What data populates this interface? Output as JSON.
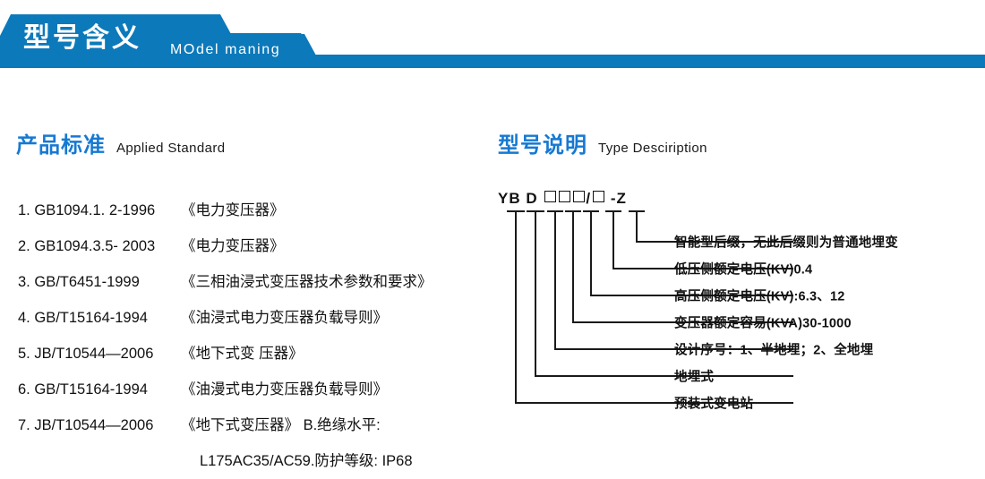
{
  "banner": {
    "title": "型号含义",
    "subtitle": "MOdel maning",
    "band_color": "#0c79ba",
    "strip_color": "#0c79ba"
  },
  "sections": {
    "left": {
      "title_cn": "产品标准",
      "title_en": "Applied Standard",
      "accent_color": "#1679d2"
    },
    "right": {
      "title_cn": "型号说明",
      "title_en": "Type Desciription",
      "accent_color": "#1679d2"
    }
  },
  "standards": [
    {
      "index": "1.",
      "code": "GB1094.1. 2-1996",
      "name": "《电力变压器》"
    },
    {
      "index": "2.",
      "code": "GB1094.3.5- 2003",
      "name": "《电力变压器》"
    },
    {
      "index": "3.",
      "code": "GB/T6451-1999",
      "name": "《三相油浸式变压器技术参数和要求》"
    },
    {
      "index": "4.",
      "code": "GB/T15164-1994",
      "name": "《油浸式电力变压器负载导则》"
    },
    {
      "index": "5.",
      "code": "JB/T10544—2006",
      "name": "《地下式变 压器》"
    },
    {
      "index": "6.",
      "code": "GB/T15164-1994",
      "name": "《油漫式电力变压器负载导则》"
    },
    {
      "index": "7.",
      "code": "JB/T10544—2006",
      "name": "《地下式变压器》 B.绝缘水平:"
    }
  ],
  "standards_continuation": "L175AC35/AC59.防护等级: IP68",
  "model": {
    "prefix": "YB",
    "second": "D",
    "slash": "/",
    "dash": "-",
    "suffix": "Z",
    "full_code": "YB D □□□/□ -Z",
    "box_count_left": 3,
    "box_count_right": 1
  },
  "leaders": [
    {
      "id": 7,
      "label": "智能型后缀，无此后缀则为普通地埋变"
    },
    {
      "id": 6,
      "label": "低压侧额定电压(KV)0.4"
    },
    {
      "id": 5,
      "label": "高压侧额定电压(KV):6.3、12"
    },
    {
      "id": 4,
      "label": "变压器额定容易(KVA)30-1000"
    },
    {
      "id": 3,
      "label": "设计序号：1、半地埋；2、全地埋"
    },
    {
      "id": 2,
      "label": "地埋式"
    },
    {
      "id": 1,
      "label": "预装式变电站"
    }
  ]
}
